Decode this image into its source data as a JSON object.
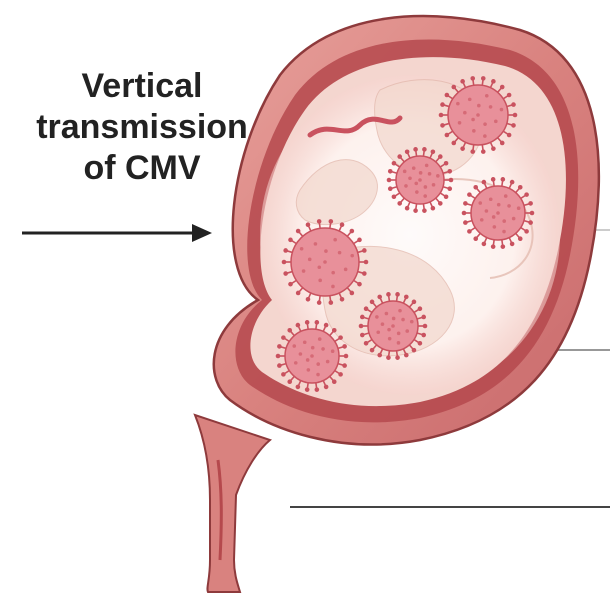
{
  "caption": {
    "lines": [
      "Vertical",
      "transmission",
      "of CMV"
    ]
  },
  "colors": {
    "uterus_wall": "#d9827f",
    "uterus_wall_dark": "#b5494d",
    "uterus_outline": "#8e3a3c",
    "amniotic_glow": "#ffffff",
    "fetus_skin": "#f3d9cf",
    "virus_body": "#e8909a",
    "virus_spikes": "#c9525f",
    "arrow": "#222222",
    "guide_lines": "#555555"
  },
  "icons": {
    "arrow": "right-arrow-icon",
    "virus": "cmv-virus-icon"
  },
  "virus_count": 6
}
